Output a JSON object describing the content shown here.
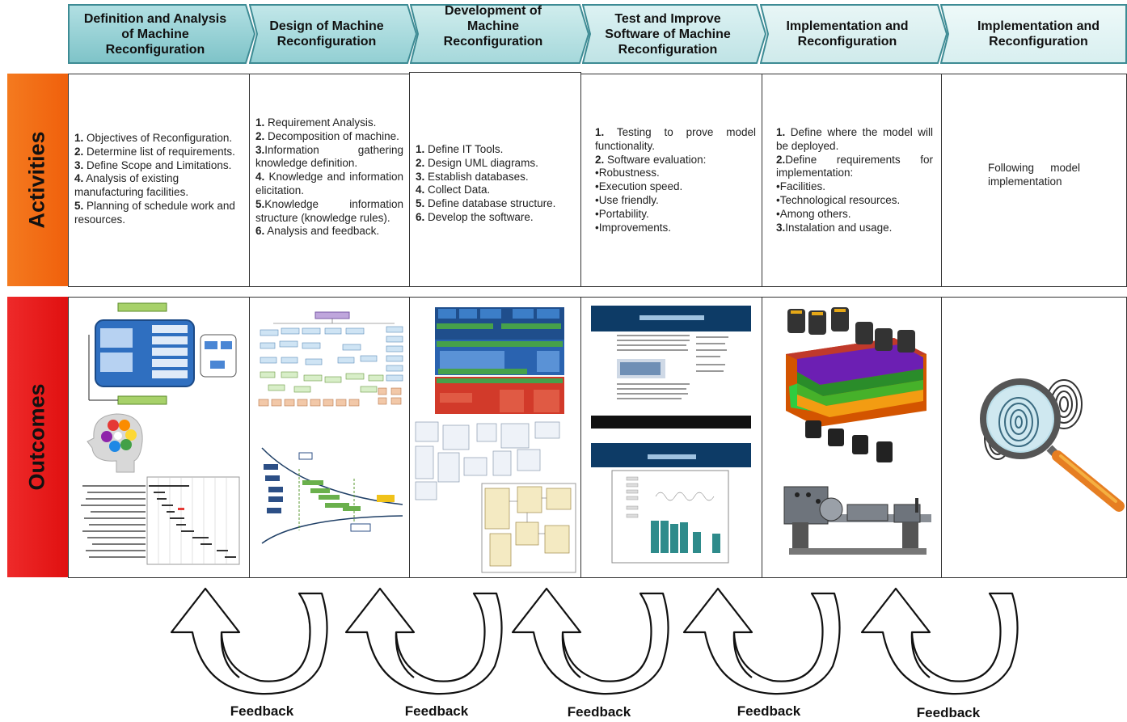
{
  "phases": [
    {
      "label": "Definition and Analysis of Machine Reconfiguration"
    },
    {
      "label": "Design of Machine Reconfiguration"
    },
    {
      "label": "Development of Machine Reconfiguration"
    },
    {
      "label": "Test and Improve Software of Machine Reconfiguration"
    },
    {
      "label": "Implementation and Reconfiguration"
    },
    {
      "label": "Implementation and Reconfiguration"
    }
  ],
  "rows": {
    "activities": "Activities",
    "outcomes": "Outcomes"
  },
  "activities": [
    [
      {
        "n": "1.",
        "t": " Objectives of Reconfiguration."
      },
      {
        "n": "2.",
        "t": " Determine list of requirements."
      },
      {
        "n": "3.",
        "t": " Define Scope and Limitations."
      },
      {
        "n": "4.",
        "t": " Analysis of existing manufacturing facilities."
      },
      {
        "n": "5.",
        "t": " Planning of schedule work and resources."
      }
    ],
    [
      {
        "n": "1.",
        "t": " Requirement Analysis."
      },
      {
        "n": "2.",
        "t": " Decomposition of machine."
      },
      {
        "n": "3.",
        "t": "Information gathering knowledge definition."
      },
      {
        "n": "4.",
        "t": " Knowledge and information elicitation."
      },
      {
        "n": "5.",
        "t": "Knowledge information structure (knowledge rules)."
      },
      {
        "n": "6.",
        "t": " Analysis and feedback."
      }
    ],
    [
      {
        "n": "1.",
        "t": " Define IT Tools."
      },
      {
        "n": "2.",
        "t": " Design UML diagrams."
      },
      {
        "n": "3.",
        "t": " Establish databases."
      },
      {
        "n": "4.",
        "t": " Collect Data."
      },
      {
        "n": "5.",
        "t": " Define database structure."
      },
      {
        "n": "6.",
        "t": " Develop the software."
      }
    ],
    [
      {
        "n": "1.",
        "t": " Testing to prove model functionality."
      },
      {
        "n": "2.",
        "t": " Software evaluation:"
      },
      {
        "n": "",
        "t": "•Robustness."
      },
      {
        "n": "",
        "t": "•Execution speed."
      },
      {
        "n": "",
        "t": "•Use friendly."
      },
      {
        "n": "",
        "t": "•Portability."
      },
      {
        "n": "",
        "t": "•Improvements."
      }
    ],
    [
      {
        "n": "1.",
        "t": " Define where the model will be deployed."
      },
      {
        "n": "2.",
        "t": "Define requirements for implementation:"
      },
      {
        "n": "",
        "t": "•Facilities."
      },
      {
        "n": "",
        "t": "•Technological resources."
      },
      {
        "n": "",
        "t": "•Among others."
      },
      {
        "n": "3.",
        "t": "Instalation and usage."
      }
    ],
    [
      {
        "n": "",
        "t": "Following model implementation"
      }
    ]
  ],
  "outcome_images": [
    [
      "flowchart-thumbnail",
      "head-palette-thumbnail",
      "gantt-chart-thumbnail"
    ],
    [
      "hierarchy-diagram-thumbnail",
      "process-flow-thumbnail"
    ],
    [
      "architecture-diagram-thumbnail",
      "uml-class-diagram-thumbnail"
    ],
    [
      "website-screenshot-thumbnail",
      "software-form-thumbnail"
    ],
    [
      "layer-stack-thumbnail",
      "lathe-machine-thumbnail"
    ],
    [
      "magnifier-fingerprint-thumbnail"
    ]
  ],
  "feedback": [
    "Feedback",
    "Feedback",
    "Feedback",
    "Feedback",
    "Feedback"
  ],
  "colors": {
    "activities_bar": "#f26d18",
    "outcomes_bar": "#e81e1e",
    "phase_dark": "#8fcfd3",
    "phase_light": "#e4f3f4",
    "phase_border": "#3d8b94"
  }
}
